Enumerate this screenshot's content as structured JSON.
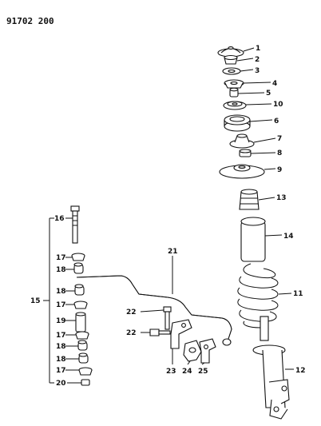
{
  "header": {
    "code": "91702 200"
  },
  "callouts": [
    "1",
    "2",
    "3",
    "4",
    "5",
    "10",
    "6",
    "7",
    "8",
    "9",
    "13",
    "14",
    "11",
    "12",
    "16",
    "17",
    "18",
    "15",
    "18",
    "17",
    "19",
    "17",
    "18",
    "18",
    "17",
    "20",
    "21",
    "22",
    "22",
    "23",
    "24",
    "25"
  ]
}
